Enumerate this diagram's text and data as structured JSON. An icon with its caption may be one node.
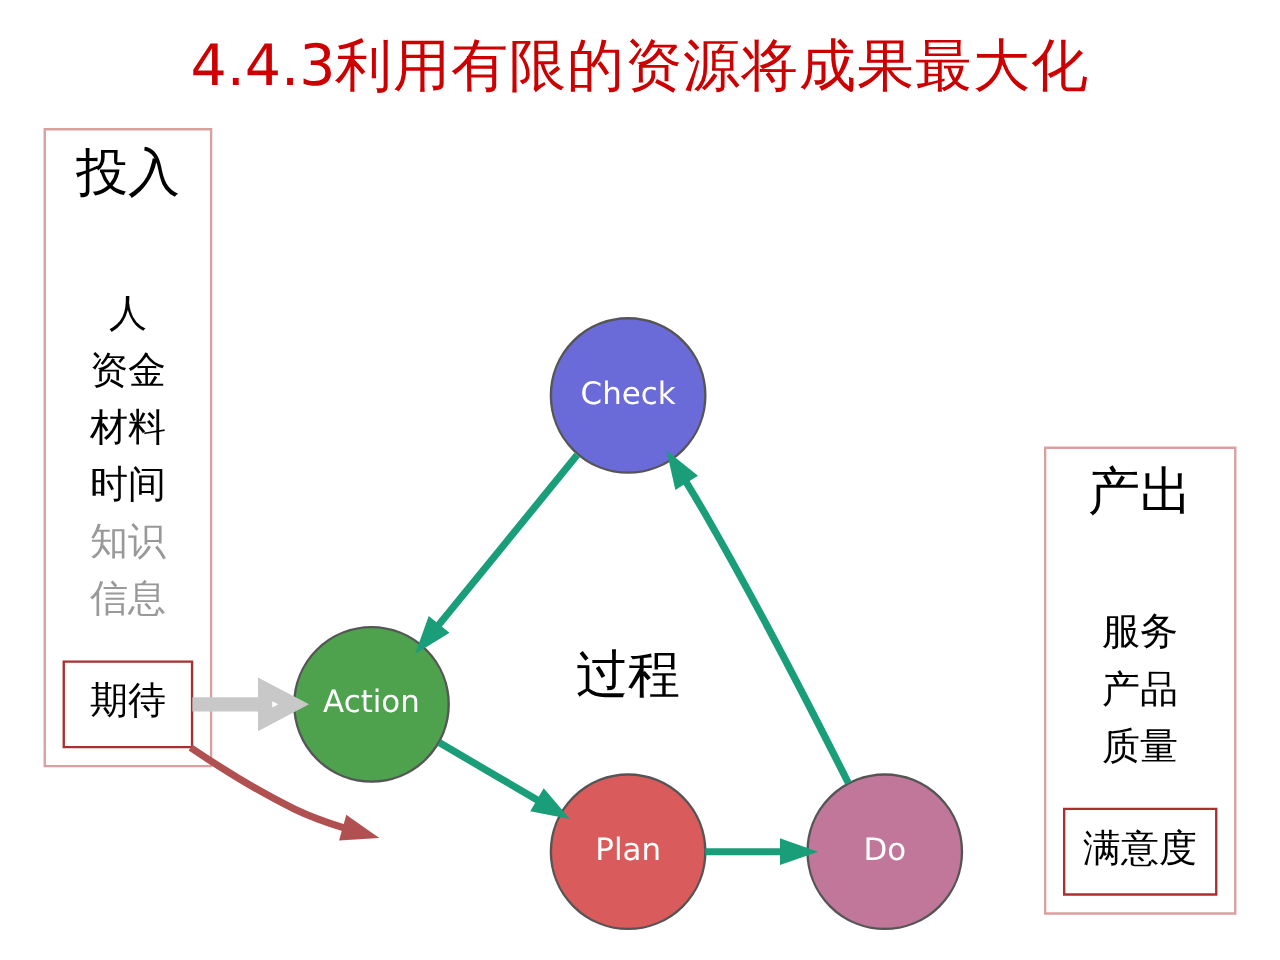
{
  "diagram": {
    "title": "4.4.3利用有限的资源将成果最大化",
    "nodes": [
      {
        "text": [
          "投入",
          "人",
          "资金",
          "材料",
          "时间",
          "知识",
          "信息"
        ]
      },
      {
        "text": [
          "期待"
        ],
        "in": 0
      },
      {
        "text": [
          "Plan"
        ]
      },
      {
        "text": [
          "Do"
        ]
      },
      {
        "text": [
          "Check"
        ]
      },
      {
        "text": [
          "Action"
        ]
      },
      {
        "text": [
          "产出",
          "服务",
          "产品",
          "质量"
        ]
      },
      {
        "text": [
          "满意度"
        ],
        "in": 6
      }
    ],
    "edges": [
      {
        "from": 1,
        "to": 5,
        "arrow": "to",
        "style": "thick",
        "color": "#c8c8c8"
      },
      {
        "from": 1,
        "to": null,
        "arrow": "to",
        "color": "#b05050"
      },
      {
        "from": 2,
        "to": 3,
        "arrow": "to",
        "color": "#1a9e7a"
      },
      {
        "from": 3,
        "to": 4,
        "arrow": "to",
        "color": "#1a9e7a"
      },
      {
        "from": 4,
        "to": 5,
        "arrow": "to",
        "color": "#1a9e7a"
      },
      {
        "from": 5,
        "to": 2,
        "arrow": "to",
        "color": "#1a9e7a"
      }
    ],
    "labels": [
      "过程"
    ]
  }
}
